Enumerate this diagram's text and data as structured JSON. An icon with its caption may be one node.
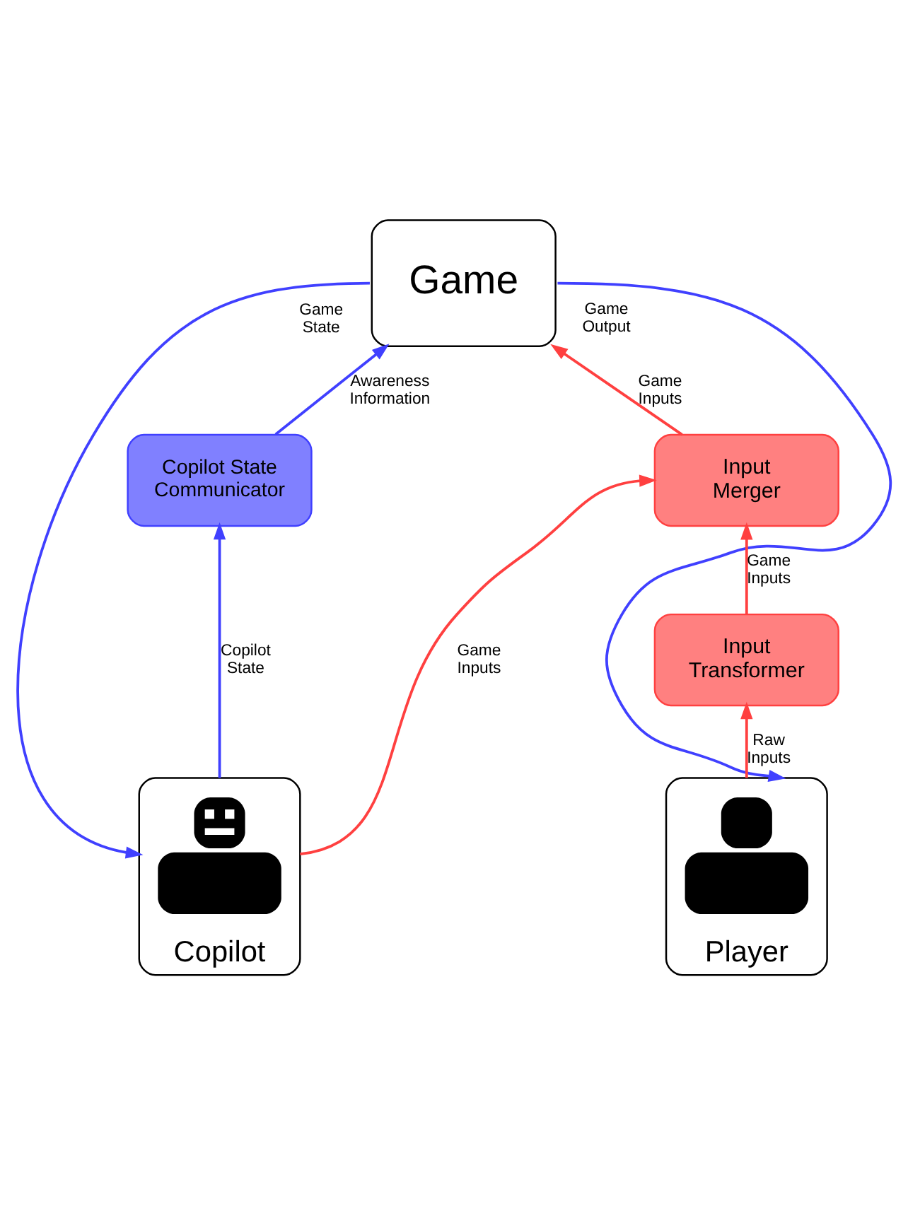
{
  "diagram": {
    "nodes": [
      {
        "text": [
          "Game"
        ]
      },
      {
        "text": [
          "Copilot State Communicator"
        ]
      },
      {
        "text": [
          "Input Merger"
        ]
      },
      {
        "text": [
          "Input Transformer"
        ]
      },
      {
        "text": [
          "Copilot"
        ]
      },
      {
        "text": [],
        "shape": "robot",
        "in": 4
      },
      {
        "text": [
          "Player"
        ]
      },
      {
        "text": [],
        "shape": "person",
        "in": 6
      }
    ],
    "edges": [
      {
        "from": 0,
        "to": 4,
        "arrow": "to",
        "label": "Game State",
        "color": "#4040ff"
      },
      {
        "from": 0,
        "to": 6,
        "arrow": "to",
        "label": "Game Output",
        "color": "#4040ff"
      },
      {
        "from": 1,
        "to": 0,
        "arrow": "to",
        "label": "Awareness Information",
        "color": "#4040ff"
      },
      {
        "from": 2,
        "to": 0,
        "arrow": "to",
        "label": "Game Inputs",
        "color": "#ff4040"
      },
      {
        "from": 4,
        "to": 1,
        "arrow": "to",
        "label": "Copilot State",
        "color": "#4040ff"
      },
      {
        "from": 4,
        "to": 2,
        "arrow": "to",
        "label": "Game Inputs",
        "color": "#ff4040"
      },
      {
        "from": 3,
        "to": 2,
        "arrow": "to",
        "label": "Game Inputs",
        "color": "#ff4040"
      },
      {
        "from": 6,
        "to": 3,
        "arrow": "to",
        "label": "Raw Inputs",
        "color": "#ff4040"
      }
    ]
  }
}
